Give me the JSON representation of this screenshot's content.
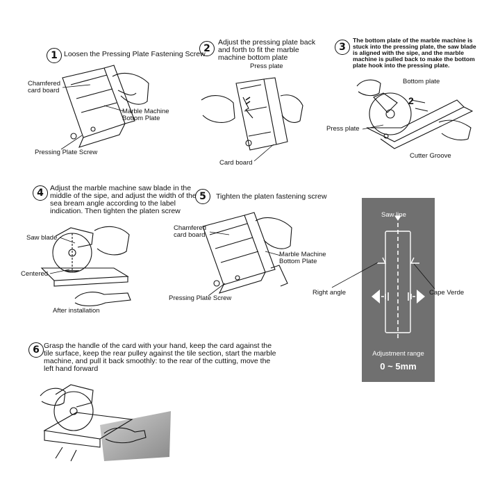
{
  "steps": [
    {
      "num": "1",
      "text": "Loosen the Pressing Plate Fastening Screw"
    },
    {
      "num": "2",
      "text": "Adjust the pressing plate back and forth to fit the marble machine bottom plate"
    },
    {
      "num": "3",
      "text": "The bottom plate of the marble machine is stuck into the pressing plate, the saw blade is aligned with the sipe, and the marble machine is pulled back to make the bottom plate hook into the pressing plate."
    },
    {
      "num": "4",
      "text": "Adjust the marble machine saw blade in the middle of the sipe, and adjust the width of the sea bream angle according to the label indication. Then tighten the platen screw"
    },
    {
      "num": "5",
      "text": "Tighten the platen fastening screw"
    },
    {
      "num": "6",
      "text": "Grasp the handle of the card with your hand, keep the card against the tile surface, keep the rear pulley against the tile section, start the marble machine, and pull it back smoothly: to the rear of the cutting, move the left hand forward"
    }
  ],
  "labels": {
    "s1_chamfered": "Chamfered card board",
    "s1_marble": "Marble Machine Bottom Plate",
    "s1_screw": "Pressing Plate Screw",
    "s2_press": "Press plate",
    "s2_card": "Card board",
    "s3_bottom": "Bottom plate",
    "s3_num": "2",
    "s3_press": "Press plate",
    "s3_groove": "Cutter Groove",
    "s4_blade": "Saw blade",
    "s4_centered": "Centered",
    "s4_after": "After installation",
    "s5_chamfered": "Chamfered card board",
    "s5_marble": "Marble Machine Bottom Plate",
    "s5_screw": "Pressing Plate Screw",
    "right_angle": "Right angle",
    "cape_verde": "Cape Verde"
  },
  "gauge": {
    "saw_line": "Saw line",
    "range_label": "Adjustment range",
    "range_value": "0 ~ 5mm",
    "panel_color": "#707070"
  }
}
